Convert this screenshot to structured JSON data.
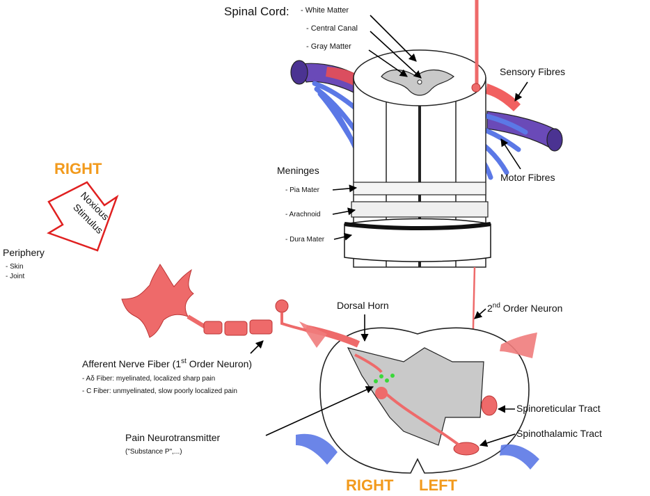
{
  "colors": {
    "nerve_red": "#ee6a6a",
    "motor_blue": "#5b78e6",
    "root_purple": "#6a4ab8",
    "gray_matter": "#c9c9c9",
    "side_label_orange": "#f29a1c",
    "arrow_red": "#e02020",
    "transmitter_green": "#3ad83a"
  },
  "spinal_cord": {
    "title": "Spinal Cord:",
    "white_matter": "- White Matter",
    "central_canal": "- Central Canal",
    "gray_matter": "- Gray Matter"
  },
  "sensory_fibres": "Sensory Fibres",
  "motor_fibres": "Motor Fibres",
  "meninges": {
    "title": "Meninges",
    "pia": "- Pia Mater",
    "arachnoid": "- Arachnoid",
    "dura": "- Dura Mater"
  },
  "side_top": "RIGHT",
  "noxious_line1": "Noxious",
  "noxious_line2": "Stimulus",
  "periphery": {
    "title": "Periphery",
    "skin": "- Skin",
    "joint": "- Joint"
  },
  "dorsal_horn": "Dorsal Horn",
  "second_order": {
    "prefix": "2",
    "sup": "nd",
    "rest": " Order Neuron"
  },
  "afferent": {
    "title_before": "Afferent Nerve Fiber (1",
    "title_sup": "st",
    "title_after": " Order Neuron)",
    "a_delta": "- Aδ Fiber: myelinated, localized sharp pain",
    "c_fiber": "- C Fiber: unmyelinated, slow poorly localized pain"
  },
  "spinoreticular": "Spinoreticular Tract",
  "spinothalamic": "Spinothalamic Tract",
  "pain_transmitter": {
    "title": "Pain Neurotransmitter",
    "detail": "(\"Substance P\",...)"
  },
  "bottom_right": "RIGHT",
  "bottom_left": "LEFT"
}
